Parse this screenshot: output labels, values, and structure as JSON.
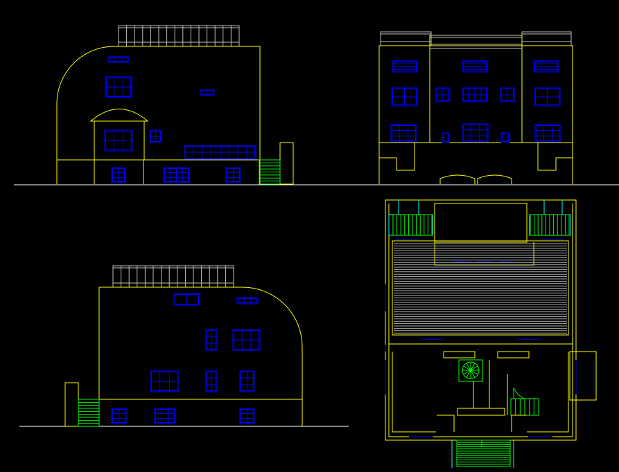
{
  "drawing": {
    "background": "#000000",
    "colors": {
      "outline": "#ffff00",
      "window": "#0000ff",
      "railing": "#c0c0c0",
      "stair": "#00ff00",
      "cyan": "#00ffff",
      "hatch": "#b0b0b0",
      "white": "#ffffff"
    },
    "views": [
      {
        "id": "elevation-left-facade",
        "kind": "elevation"
      },
      {
        "id": "elevation-front-facade",
        "kind": "elevation"
      },
      {
        "id": "elevation-rear-facade",
        "kind": "elevation"
      },
      {
        "id": "floor-plan",
        "kind": "plan"
      }
    ]
  }
}
